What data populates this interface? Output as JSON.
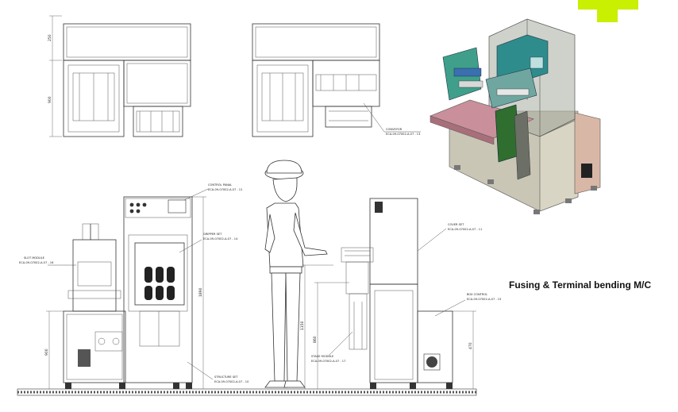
{
  "title": "Fusing & Terminal bending M/C",
  "labels": {
    "conveyor": "CONVEYOR",
    "conveyor_code": "ECA-09-07002-A-07 - 13",
    "control_panel": "CONTROL PANAL",
    "control_panel_code": "ECA-09-07002-A-07 - 12",
    "gripper": "GRIPPER SET",
    "gripper_code": "ECA-09-07002-A-07 - 14",
    "slot_module": "SLOT MODULE",
    "slot_module_code": "ECA-09-07002-A-07 - 16",
    "cover": "COVER SET",
    "cover_code": "ECA-09-07002-A-07 - 11",
    "box_control": "BOX CONTROL",
    "box_control_code": "ECA-09-07002-A-07 - 15",
    "structure": "STRUCTURE SET",
    "structure_code": "ECA-09-07002-A-07 - 10",
    "stage_module": "STAGE MODULE",
    "stage_module_code": "ECA-09-07002-A-07 - 17"
  },
  "dimensions": {
    "top_h1": "250",
    "top_h2": "900",
    "front_h": "1890",
    "front_lower": "900",
    "side_h1": "1150",
    "side_h2": "860",
    "side_h3": "470"
  },
  "colors": {
    "logo": "#c8f000",
    "frame_iso": "#8f9a8a",
    "pink": "#c98f9a",
    "teal": "#2e8c8c",
    "panel": "#d9b7a6"
  }
}
